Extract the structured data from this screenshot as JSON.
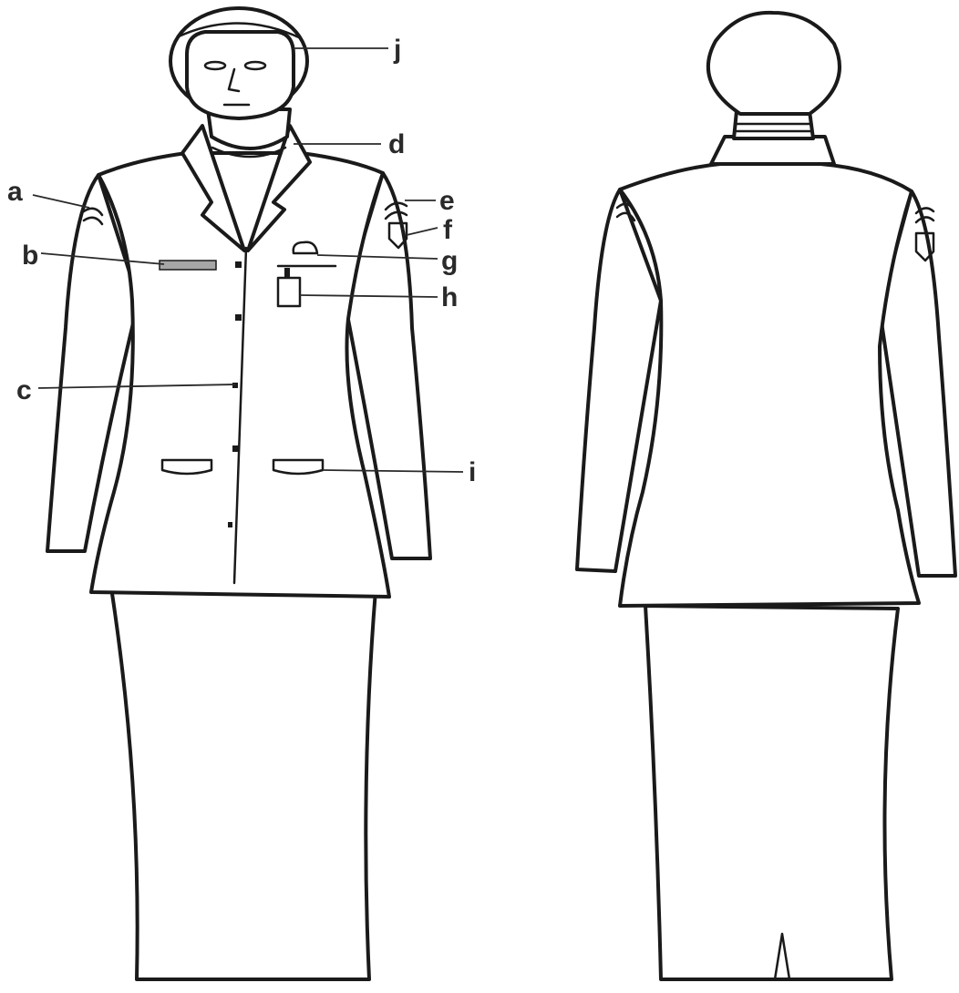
{
  "labels": {
    "a": "a",
    "b": "b",
    "c": "c",
    "d": "d",
    "e": "e",
    "f": "f",
    "g": "g",
    "h": "h",
    "i": "i",
    "j": "j"
  },
  "colors": {
    "line": "#1a1a1a",
    "name_tag": "#a6a6a6",
    "background": "#ffffff"
  }
}
